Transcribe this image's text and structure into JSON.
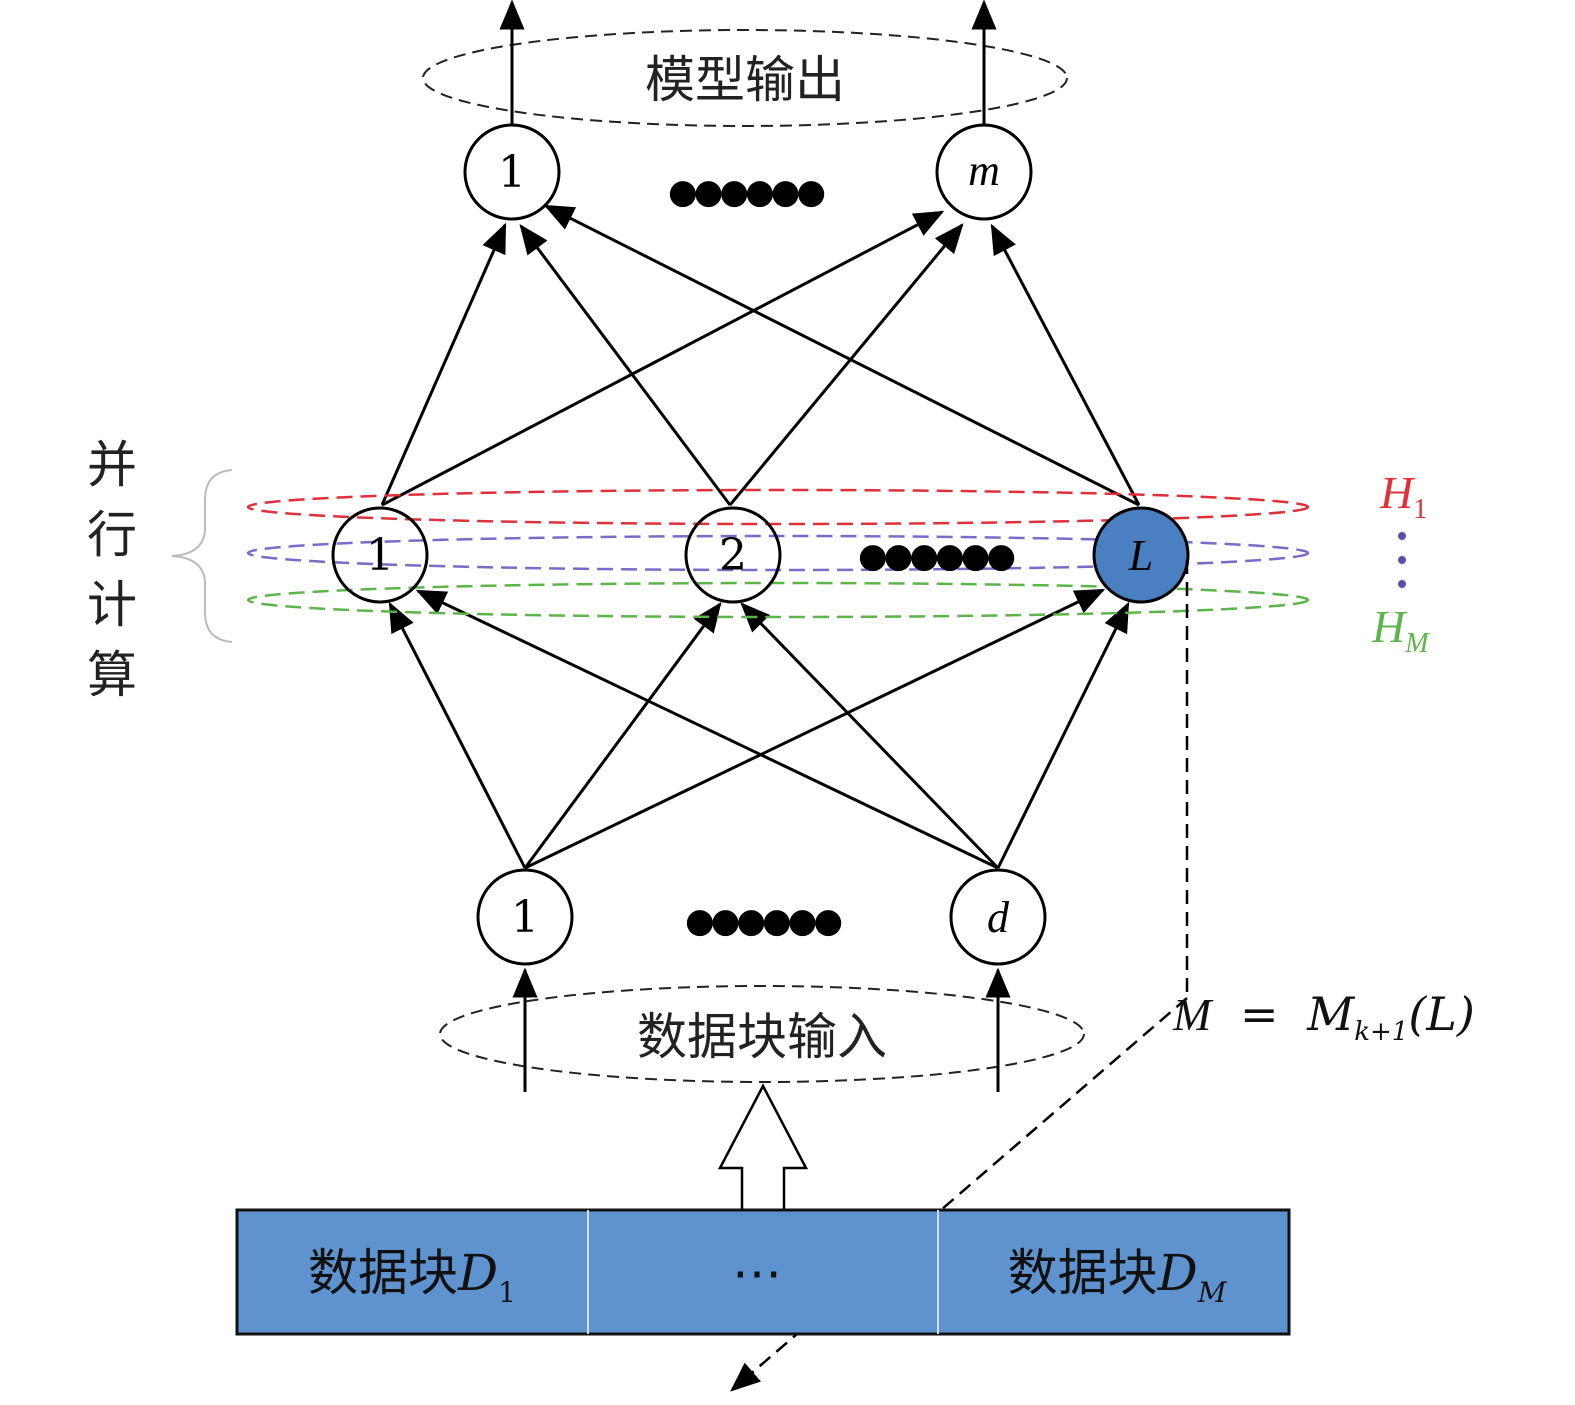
{
  "output_label": "模型输出",
  "input_label": "数据块输入",
  "side_label": [
    "并",
    "行",
    "计",
    "算"
  ],
  "output_nodes": [
    "1",
    "m"
  ],
  "hidden_nodes": [
    "1",
    "2",
    "L"
  ],
  "input_nodes": [
    "1",
    "d"
  ],
  "ellipsis_dots": "●●●●●●",
  "hyper_labels": {
    "h1_main": "H",
    "h1_sub": "1",
    "hm_main": "H",
    "hm_sub": "M"
  },
  "formula": {
    "lhs": "M",
    "eq": "=",
    "m": "M",
    "sub": "k+1",
    "arg": "(L)"
  },
  "data_blocks": {
    "first_prefix": "数据块",
    "first_var": "D",
    "first_sub": "1",
    "middle": "⋯",
    "last_prefix": "数据块",
    "last_var": "D",
    "last_sub": "M"
  },
  "colors": {
    "h1": "#e0303a",
    "h2": "#7b6bc8",
    "hm": "#5cb548",
    "highlight_node": "#4a7fc1",
    "data_block_fill": "#5f93cf",
    "dots_purple": "#5a4ea8"
  }
}
